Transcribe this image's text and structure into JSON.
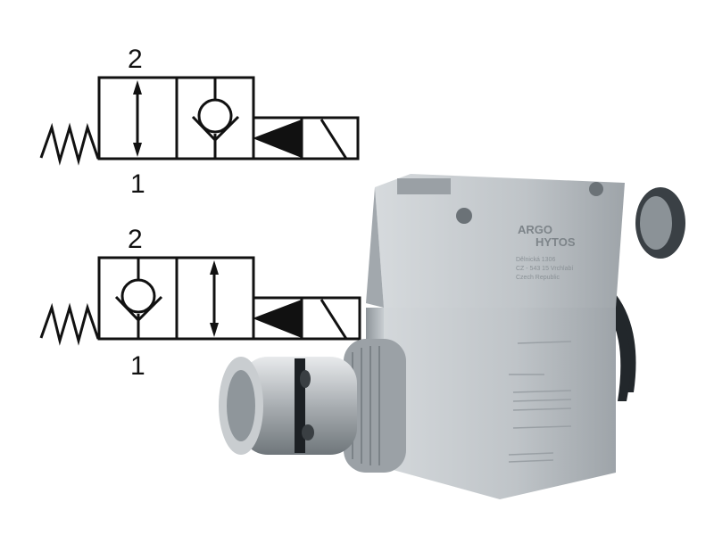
{
  "symbols": [
    {
      "port_top": "2",
      "port_bottom": "1",
      "left_cell": "open-arrow",
      "right_cell": "check-valve"
    },
    {
      "port_top": "2",
      "port_bottom": "1",
      "left_cell": "check-valve",
      "right_cell": "open-arrow"
    }
  ],
  "product": {
    "brand_logo": "ARGO HYTOS",
    "address": [
      "Dělnická 1306",
      "CZ - 543 15 Vrchlabí",
      "Czech Republic"
    ],
    "colors": {
      "body": "#b9bec2",
      "dark": "#2a2f33"
    }
  }
}
